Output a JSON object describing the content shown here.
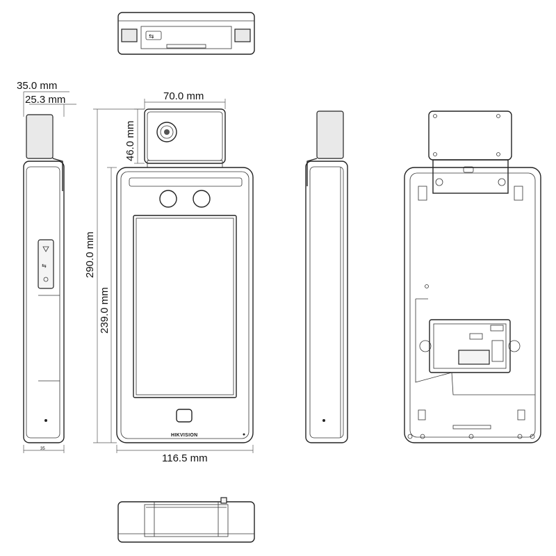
{
  "dimensions": {
    "depth_total": "35.0 mm",
    "depth_body": "25.3 mm",
    "camera_width": "70.0 mm",
    "camera_height": "46.0 mm",
    "total_height": "290.0 mm",
    "body_height": "239.0 mm",
    "body_width": "116.5 mm",
    "side_small": "35"
  },
  "brand": "HIKVISION"
}
